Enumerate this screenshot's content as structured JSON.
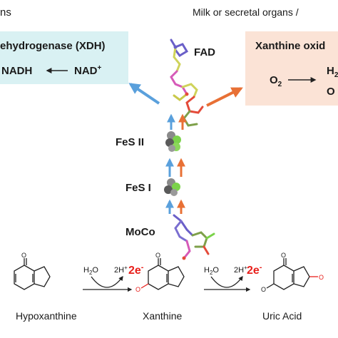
{
  "header": {
    "left_fragment": "ns",
    "right_fragment": "Milk or secretal organs /"
  },
  "xdh_box": {
    "title": "ehydrogenase (XDH)",
    "reaction_product": "NADH",
    "reaction_substrate": "NAD",
    "substrate_charge": "+",
    "color": "#d9f1f3"
  },
  "xo_box": {
    "title": "Xanthine oxid",
    "reaction_substrate": "O",
    "substrate_sub": "2",
    "product_1": "H",
    "product_1_sub": "2",
    "product_2": "O",
    "color": "#fbe3d6"
  },
  "cofactors": {
    "fad": "FAD",
    "fes2": "FeS II",
    "fes1": "FeS I",
    "moco": "MoCo"
  },
  "arrow_colors": {
    "xdh": "#5aa0dc",
    "xo": "#e87035"
  },
  "reaction": {
    "water_1": "H",
    "water_1_sub": "2",
    "water_1_end": "O",
    "protons_1": "2H",
    "protons_1_sup": "+",
    "electrons_1": "2e",
    "electrons_1_sup": "-",
    "water_2": "H",
    "water_2_sub": "2",
    "water_2_end": "O",
    "protons_2": "2H",
    "protons_2_sup": "+",
    "electrons_2": "2e",
    "electrons_2_sup": "-",
    "electron_color": "#e8201c",
    "compound_1": "Hypoxanthine",
    "compound_2": "Xanthine",
    "compound_3": "Uric Acid"
  }
}
